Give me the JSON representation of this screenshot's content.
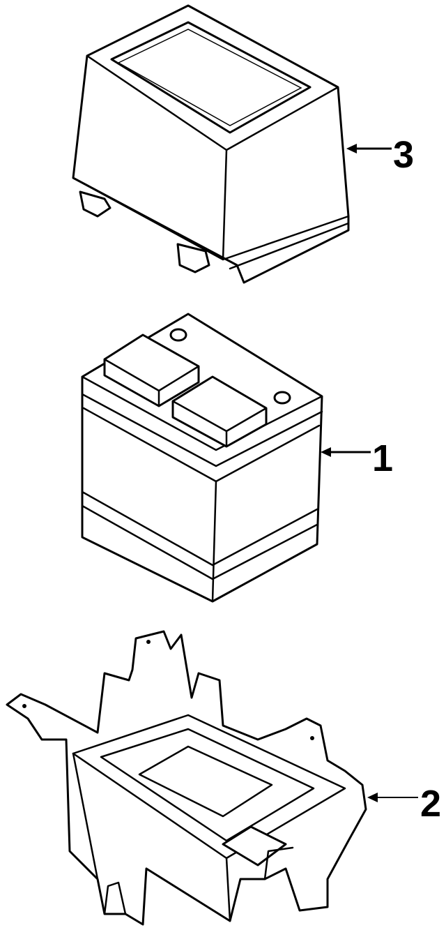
{
  "callouts": [
    {
      "label": "3",
      "part": "battery-cover"
    },
    {
      "label": "1",
      "part": "battery"
    },
    {
      "label": "2",
      "part": "battery-tray"
    }
  ]
}
